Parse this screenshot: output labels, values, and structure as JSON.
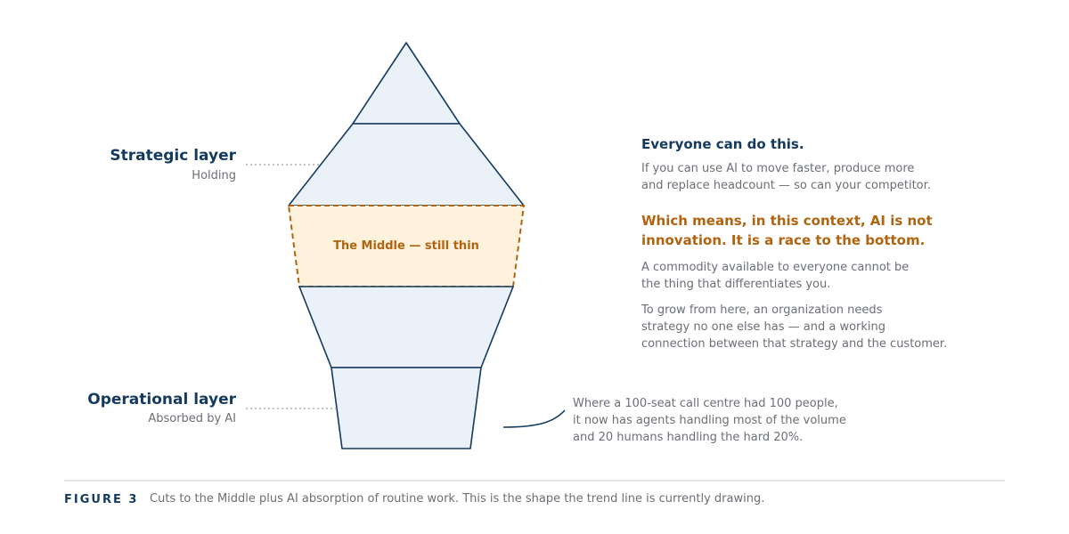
{
  "labels": {
    "strategic": {
      "title": "Strategic layer",
      "subtitle": "Holding"
    },
    "operational": {
      "title": "Operational layer",
      "subtitle": "Absorbed by AI"
    },
    "middle": "The Middle — still thin"
  },
  "commentary": {
    "heading": "Everyone can do this.",
    "para1": [
      "If you can use AI to move faster, produce more",
      "and replace headcount — so can your competitor."
    ],
    "callout": [
      "Which means, in this context, AI is not",
      "innovation. It is a race to the bottom."
    ],
    "para2": [
      "A commodity available to everyone cannot be",
      "the thing that differentiates you."
    ],
    "para3": [
      "To grow from here, an organization needs",
      "strategy no one else has — and a working",
      "connection between that strategy and the customer."
    ]
  },
  "annotation": [
    "Where a 100-seat call centre had 100 people,",
    "it now has agents handling most of the volume",
    "and 20 humans handling the hard 20%."
  ],
  "caption": {
    "label": "FIGURE 3",
    "text": "Cuts to the Middle plus AI absorption of routine work. This is the shape the trend line is currently drawing."
  },
  "colors": {
    "navy": "#143a5f",
    "orange": "#b06410",
    "layer_fill": "#eaf1f9",
    "middle_fill": "#fff2dc",
    "gray_text": "#6b6f76"
  }
}
